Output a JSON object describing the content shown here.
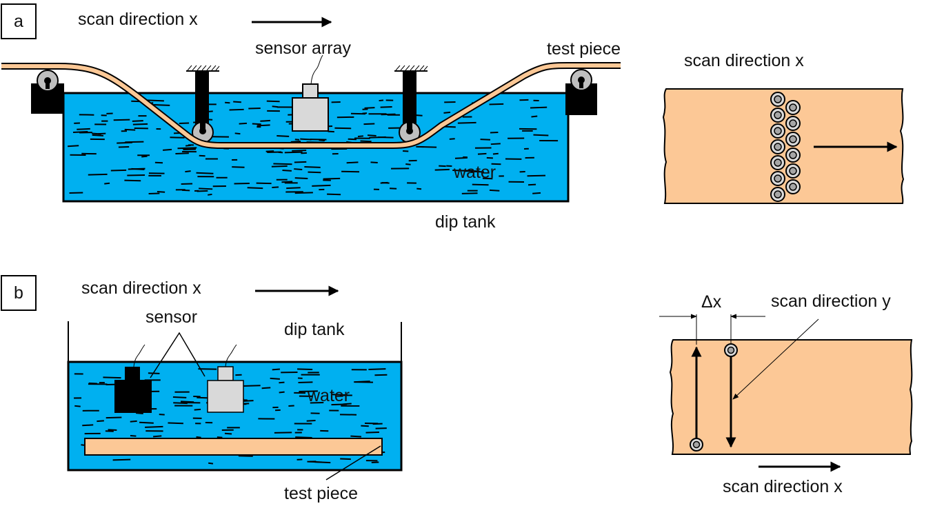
{
  "colors": {
    "water": "#00b0f0",
    "test_piece": "#fcc896",
    "sensor_gray": "#d9d9d9",
    "roller_gray": "#bfbfbf",
    "probe_gray": "#a6a6a6",
    "outline": "#000000"
  },
  "panel_a": {
    "letter": "a",
    "scan_direction_label": "scan direction x",
    "sensor_array_label": "sensor array",
    "test_piece_label": "test piece",
    "water_label": "water",
    "dip_tank_label": "dip tank",
    "topview": {
      "scan_direction_label": "scan direction x",
      "probe_columns": [
        7,
        6
      ]
    }
  },
  "panel_b": {
    "letter": "b",
    "scan_direction_label": "scan direction x",
    "sensor_label": "sensor",
    "dip_tank_label": "dip tank",
    "water_label": "water",
    "test_piece_label": "test piece",
    "topview": {
      "delta_label": "Δx",
      "scan_direction_y_label": "scan direction  y",
      "scan_direction_x_label": "scan direction  x"
    }
  }
}
